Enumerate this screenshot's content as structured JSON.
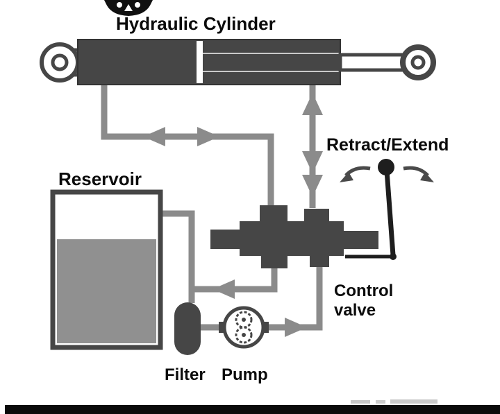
{
  "diagram": {
    "labels": {
      "hydraulic_cylinder": "Hydraulic Cylinder",
      "reservoir": "Reservoir",
      "retract_extend": "Retract/Extend",
      "control_valve_line1": "Control",
      "control_valve_line2": "valve",
      "filter": "Filter",
      "pump": "Pump"
    },
    "colors": {
      "component_dark": "#464646",
      "pipe_gray": "#8b8b8b",
      "fluid_gray": "#909090",
      "lever_black": "#1e1e1e",
      "text_black": "#0b0b0b",
      "background": "#ffffff",
      "footer_bar": "#0a0a0a"
    }
  }
}
